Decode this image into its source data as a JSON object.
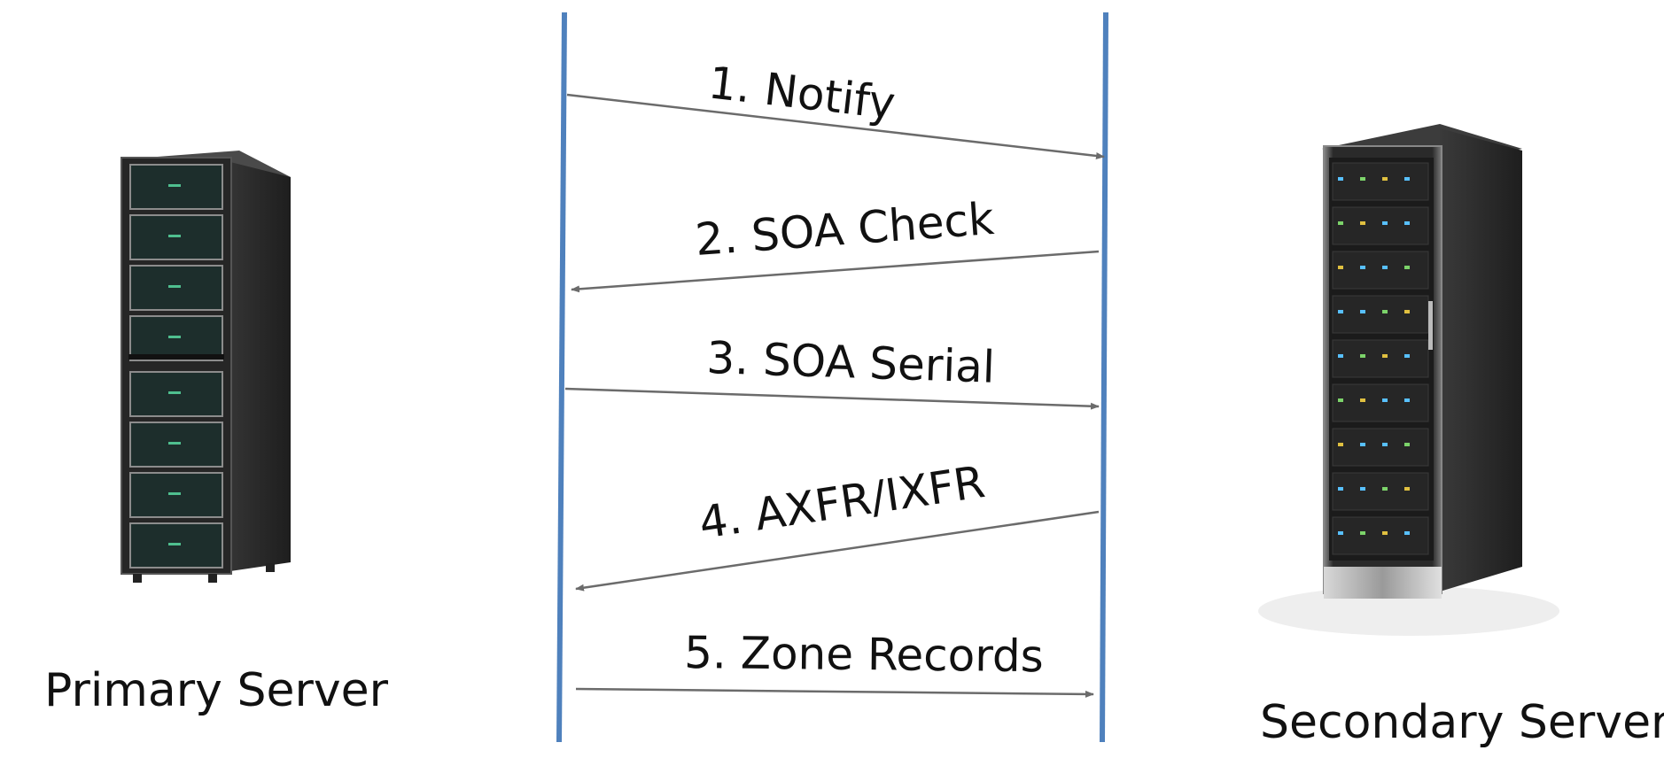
{
  "primary": {
    "label": "Primary Server"
  },
  "secondary": {
    "label": "Secondary Server"
  },
  "messages": [
    {
      "label": "1. Notify",
      "direction": "primary-to-secondary"
    },
    {
      "label": "2. SOA Check",
      "direction": "secondary-to-primary"
    },
    {
      "label": "3. SOA Serial",
      "direction": "primary-to-secondary"
    },
    {
      "label": "4. AXFR/IXFR",
      "direction": "secondary-to-primary"
    },
    {
      "label": "5. Zone Records",
      "direction": "primary-to-secondary"
    }
  ],
  "colors": {
    "lifeline": "#4f81bd",
    "arrow": "#6b6b6b",
    "server_body": "#2b2b2b",
    "server_drive": "#1c3a36"
  },
  "icons": [
    "server-rack-icon",
    "server-rack-icon"
  ]
}
